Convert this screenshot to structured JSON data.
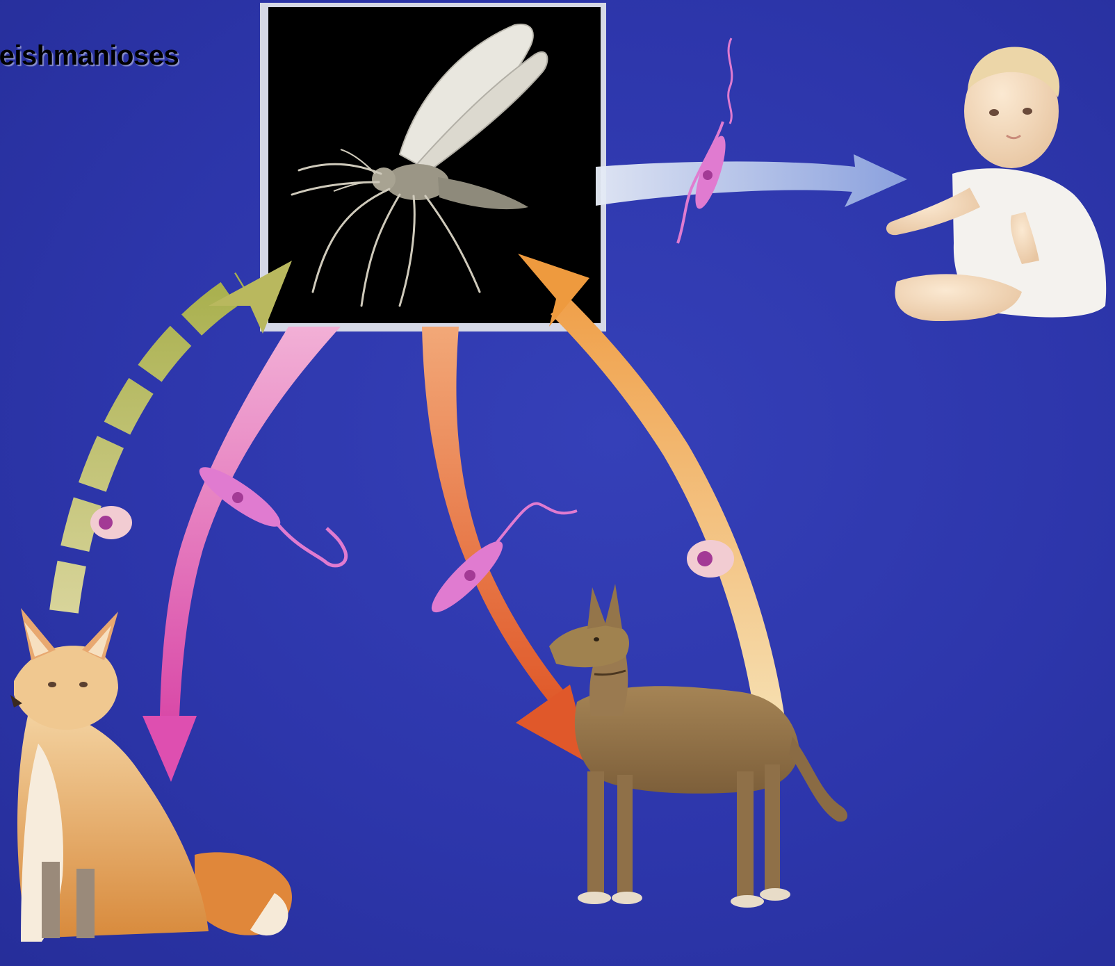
{
  "title": "leishmanioses",
  "colors": {
    "background": "#2d36ab",
    "vector_panel": "#000000",
    "arrow_to_human": "#c9d4ec",
    "arrow_fox_to_vector": "#b8b86a",
    "arrow_vector_to_fox": "#e58ac4",
    "arrow_vector_to_dog": "#e8773e",
    "arrow_dog_to_vector": "#f0b25a",
    "parasite_promastigote": "#e07bd0",
    "parasite_amastigote": "#b23a98"
  },
  "figures": [
    {
      "name": "sandfly-vector",
      "kind": "insect"
    },
    {
      "name": "human-child",
      "kind": "host"
    },
    {
      "name": "fox",
      "kind": "reservoir"
    },
    {
      "name": "dog",
      "kind": "reservoir"
    }
  ]
}
